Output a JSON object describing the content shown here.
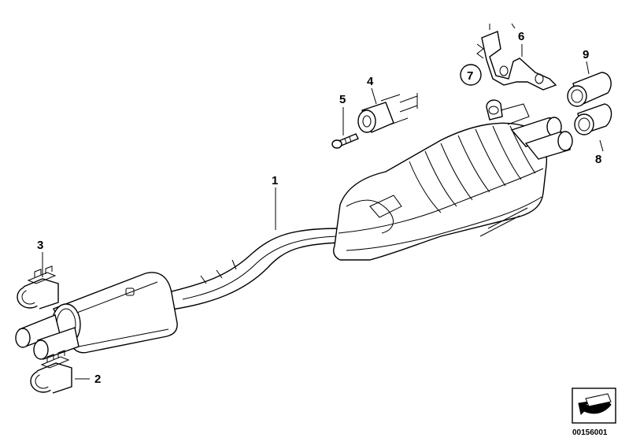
{
  "labels": {
    "p1": "1",
    "p2": "2",
    "p3": "3",
    "p4": "4",
    "p5": "5",
    "p6": "6",
    "p7": "7",
    "p8": "8",
    "p9": "9"
  },
  "reference_code": "00156001",
  "icon_names": {
    "corner": "arrow-icon"
  }
}
